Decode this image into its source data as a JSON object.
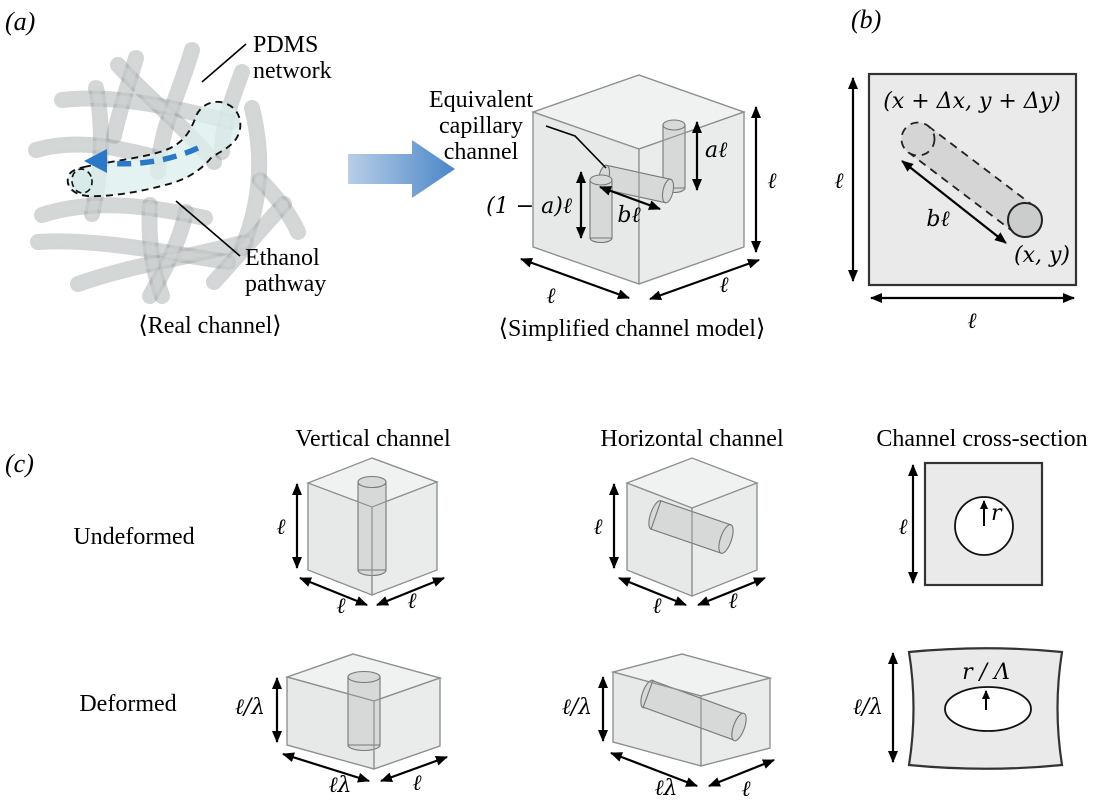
{
  "figure": {
    "a": {
      "tag": "(a)",
      "pdms": [
        "PDMS",
        "network"
      ],
      "ethanol": [
        "Ethanol",
        "pathway"
      ],
      "caption_real": "⟨Real channel⟩",
      "equivalent": [
        "Equivalent",
        "capillary",
        "channel"
      ],
      "caption_model": "⟨Simplified channel model⟩",
      "dims": {
        "one_minus_al": "(1 − a)ℓ",
        "bl": "bℓ",
        "al": "aℓ",
        "l_right": "ℓ",
        "l_bottom_left": "ℓ",
        "l_bottom_right": "ℓ"
      }
    },
    "b": {
      "tag": "(b)",
      "coord_displaced": "(x + Δx, y + Δy)",
      "coord_origin": "(x, y)",
      "dims": {
        "bl": "bℓ",
        "l_left": "ℓ",
        "l_bottom": "ℓ"
      }
    },
    "c": {
      "tag": "(c)",
      "col_headers": [
        "Vertical channel",
        "Horizontal channel",
        "Channel cross-section"
      ],
      "row_labels": [
        "Undeformed",
        "Deformed"
      ],
      "undeformed": {
        "vertical": {
          "left": "ℓ",
          "bottom_left": "ℓ",
          "bottom_right": "ℓ"
        },
        "horizontal": {
          "left": "ℓ",
          "bottom_left": "ℓ",
          "bottom_right": "ℓ"
        },
        "cross_section": {
          "left": "ℓ",
          "radius": "r"
        }
      },
      "deformed": {
        "vertical": {
          "left": "ℓ/λ",
          "bottom_left": "ℓλ",
          "bottom_right": "ℓ"
        },
        "horizontal": {
          "left": "ℓ/λ",
          "bottom_left": "ℓλ",
          "bottom_right": "ℓ"
        },
        "cross_section": {
          "left": "ℓ/λ",
          "radius": "r / Λ"
        }
      }
    },
    "colors": {
      "arrow_gradient_light": "#b9cee7",
      "arrow_gradient_dark": "#4a86c8",
      "ethanol_arrow_blue": "#2b78c9",
      "ethanol_fill": "#ddf0ee",
      "solid_fill": "#eaeaea",
      "tube_fill": "#d7d8d8"
    }
  }
}
